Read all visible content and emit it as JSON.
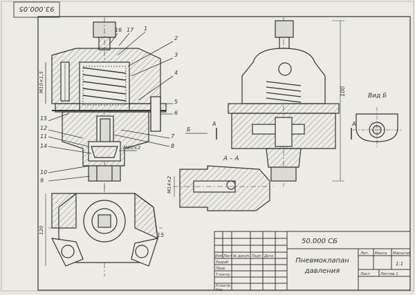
{
  "stamp": {
    "code": "93.000.05",
    "table_code": "50.000 СБ"
  },
  "title": {
    "line1": "Пневмоклапан",
    "line2": "давления"
  },
  "callouts": [
    "16",
    "17",
    "1",
    "2",
    "3",
    "4",
    "5",
    "6",
    "7",
    "8",
    "15",
    "12",
    "11",
    "14",
    "10",
    "9",
    "15"
  ],
  "dims": {
    "m10": "М10×1,5",
    "m20": "М20×2",
    "m14": "М14×2",
    "h100": "100",
    "w120": "120",
    "arrow_b": "Б",
    "section_a": "А",
    "section_a_right": "А",
    "section_label": "А – А",
    "view_b": "Вид Б"
  },
  "table": {
    "left_rows": [
      "Разраб",
      "Пров.",
      "Т.контр.",
      "",
      "Н.контр.",
      "Утв."
    ],
    "header_cols": [
      "Изм",
      "Лист",
      "№ докум.",
      "Подп.",
      "Дата"
    ],
    "lit": "Лит.",
    "mass": "Масса",
    "scale": "Масштаб",
    "scale_value": "1:1",
    "sheet": "Лист",
    "sheets": "Листов 1"
  }
}
